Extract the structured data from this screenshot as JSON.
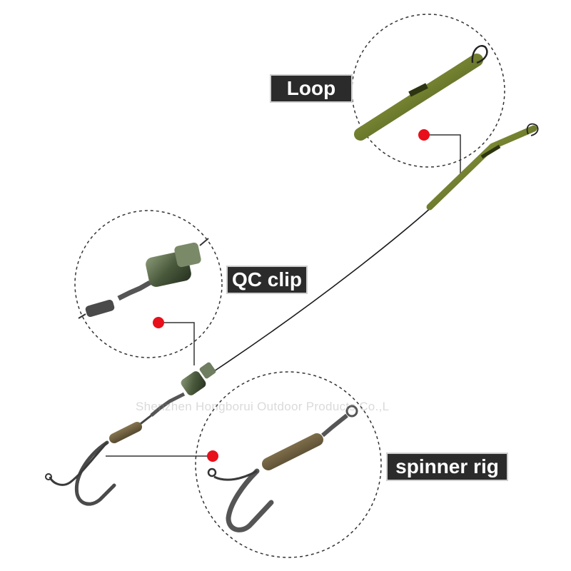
{
  "labels": {
    "loop": "Loop",
    "qc_clip": "QC clip",
    "spinner_rig": "spinner rig"
  },
  "watermark": "Shenzhen Hongborui Outdoor Products Co.,L",
  "colors": {
    "background": "#ffffff",
    "label_bg": "#2b2b2b",
    "label_text": "#ffffff",
    "marker": "#e8101b",
    "sleeve_green": "#6f7d2e",
    "clip_green": "#4a5a3c",
    "hook_metal": "#4a4a4a"
  }
}
